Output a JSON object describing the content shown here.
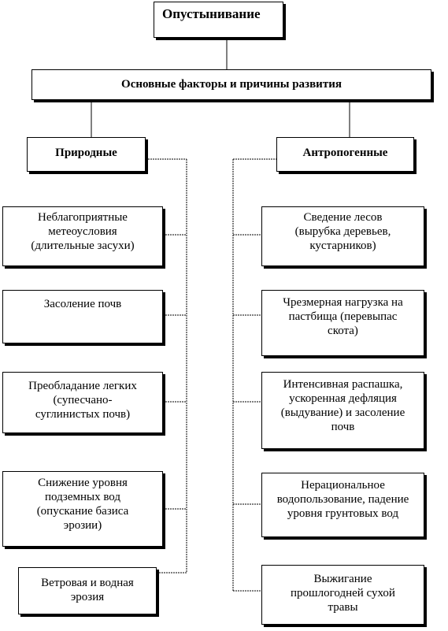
{
  "title": "Опустынивание",
  "main_factors": "Основные факторы и причины развития",
  "natural": {
    "header": "Природные",
    "items": [
      [
        "Неблагоприятные",
        "метеоусловия",
        "(длительные засухи)"
      ],
      [
        "Засоление почв"
      ],
      [
        "Преобладание легких",
        "(супесчано-",
        "суглинистых почв)"
      ],
      [
        "Снижение уровня",
        "подземных вод",
        "(опускание базиса",
        "эрозии)"
      ],
      [
        "Ветровая и водная",
        "эрозия"
      ]
    ]
  },
  "anthropogenic": {
    "header": "Антропогенные",
    "items": [
      [
        "Сведение лесов",
        "(вырубка деревьев,",
        "кустарников)"
      ],
      [
        "Чрезмерная нагрузка на",
        "пастбища (перевыпас",
        "скота)"
      ],
      [
        "Интенсивная распашка,",
        "ускоренная дефляция",
        "(выдувание) и засоление",
        "почв"
      ],
      [
        "Нерациональное",
        "водопользование, падение",
        "уровня грунтовых вод"
      ],
      [
        "Выжигание",
        "прошлогодней сухой",
        "травы"
      ]
    ]
  }
}
